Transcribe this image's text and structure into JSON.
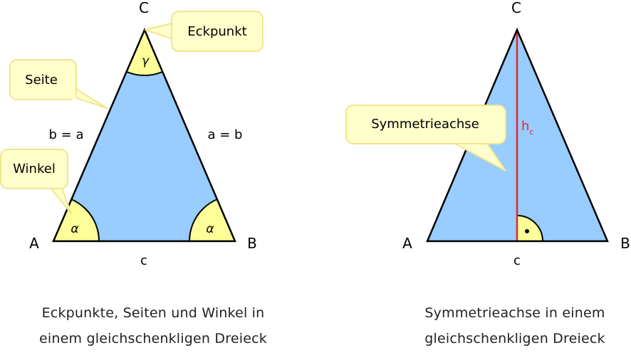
{
  "left_figure": {
    "vertices": {
      "A": "A",
      "B": "B",
      "C": "C"
    },
    "sides": {
      "base": "c",
      "left": "b = a",
      "right": "a = b"
    },
    "angles": {
      "base_left": "α",
      "base_right": "α",
      "top": "γ"
    },
    "callouts": {
      "vertex": "Eckpunkt",
      "side": "Seite",
      "angle": "Winkel"
    },
    "caption_line1": "Eckpunkte, Seiten und Winkel in",
    "caption_line2": "einem gleichschenkligen Dreieck"
  },
  "right_figure": {
    "vertices": {
      "A": "A",
      "B": "B",
      "C": "C"
    },
    "base_label": "c",
    "height_label": "h",
    "height_sub": "c",
    "callout": "Symmetrieachse",
    "caption_line1": "Symmetrieachse in einem",
    "caption_line2": "gleichschenkligen Dreieck"
  },
  "colors": {
    "triangle_fill": "#99ccff",
    "angle_fill": "#ffff99",
    "callout_fill": "#ffffcc",
    "callout_stroke": "#f0e68c",
    "axis": "#e3262a",
    "stroke": "#000000"
  }
}
